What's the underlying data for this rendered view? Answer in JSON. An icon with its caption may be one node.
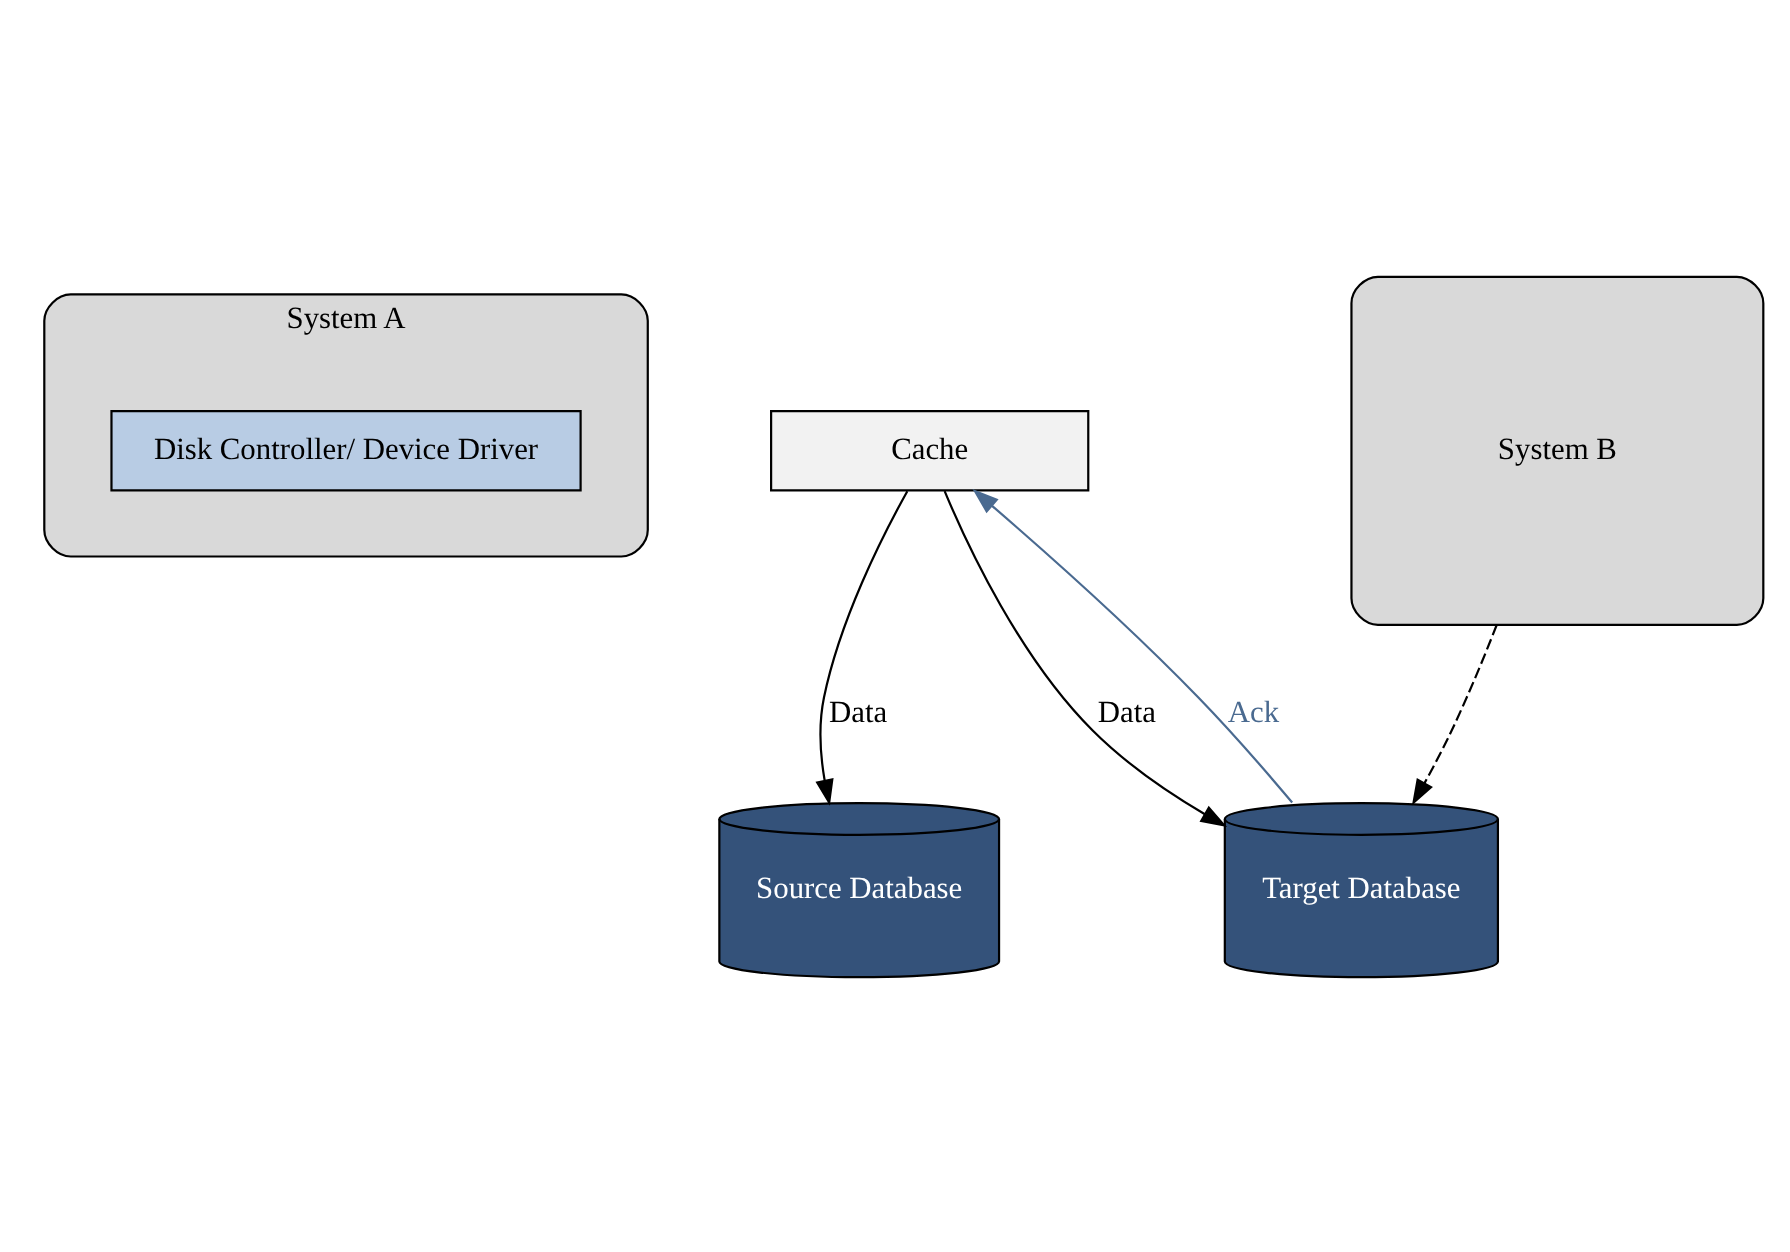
{
  "diagram": {
    "nodes": [
      {
        "text": [
          "System A"
        ]
      },
      {
        "text": [
          "Disk Controller/ Device Driver"
        ],
        "in": 0
      },
      {
        "text": [
          "Cache"
        ]
      },
      {
        "text": [
          "System B"
        ]
      },
      {
        "text": [
          "Source Database"
        ]
      },
      {
        "text": [
          "Target Database"
        ]
      }
    ],
    "edges": [
      {
        "from": 2,
        "to": 4,
        "arrow": "to",
        "label": "Data"
      },
      {
        "from": 2,
        "to": 5,
        "arrow": "to",
        "label": "Data"
      },
      {
        "from": 5,
        "to": 2,
        "arrow": "to",
        "label": "Ack",
        "color": "#4a6a90"
      },
      {
        "from": 3,
        "to": 5,
        "arrow": "to",
        "style": "dashed"
      }
    ]
  }
}
